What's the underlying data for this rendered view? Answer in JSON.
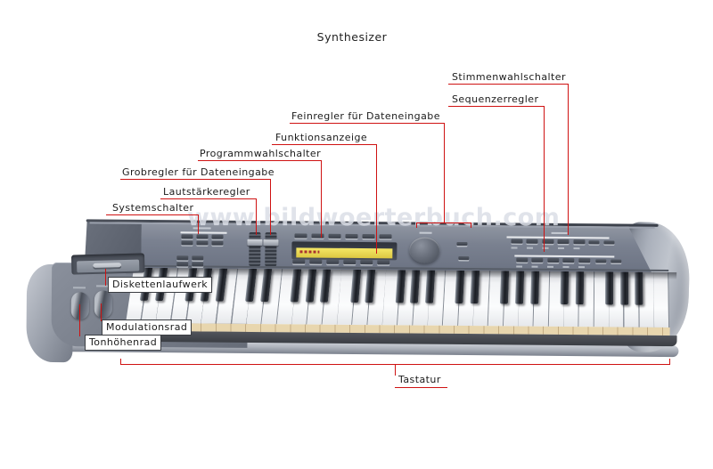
{
  "title": "Synthesizer",
  "watermark": "www.bildwoerterbuch.com",
  "callouts": {
    "voice_selectors": "Stimmenwahlschalter",
    "sequencer_controls": "Sequenzerregler",
    "fine_data_entry": "Feinregler für Dateneingabe",
    "function_display": "Funktionsanzeige",
    "program_selectors": "Programmwahlschalter",
    "coarse_data_entry": "Grobregler für Dateneingabe",
    "volume_control": "Lautstärkeregler",
    "system_buttons": "Systemschalter",
    "disk_drive": "Diskettenlaufwerk",
    "modulation_wheel": "Modulationsrad",
    "pitch_wheel": "Tonhöhenrad",
    "keyboard": "Tastatur"
  },
  "colors": {
    "callout_line": "#cf1212",
    "label_text": "#1b1b1b",
    "panel_gray": "#6d7480",
    "lcd_yellow": "#ecd94f",
    "key_front_tan": "#e8d6ae",
    "watermark_gray": "#dbdee6"
  },
  "keyboard": {
    "white_keys": 36,
    "octaves": 5
  }
}
